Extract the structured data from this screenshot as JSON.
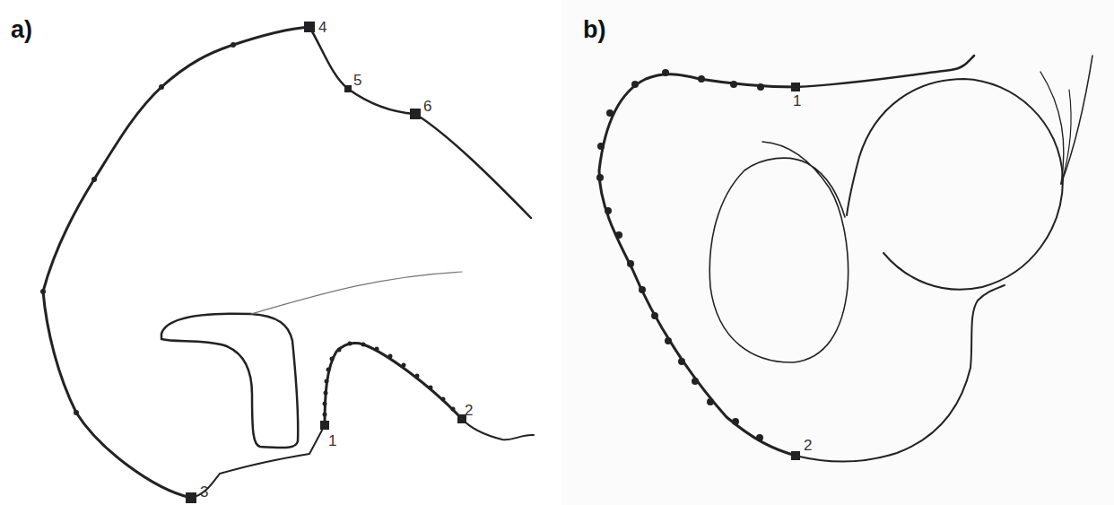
{
  "diagram": {
    "labels": [
      "a)",
      "4",
      "5",
      "6",
      "1",
      "2",
      "3",
      "b)",
      "1",
      "2"
    ]
  }
}
